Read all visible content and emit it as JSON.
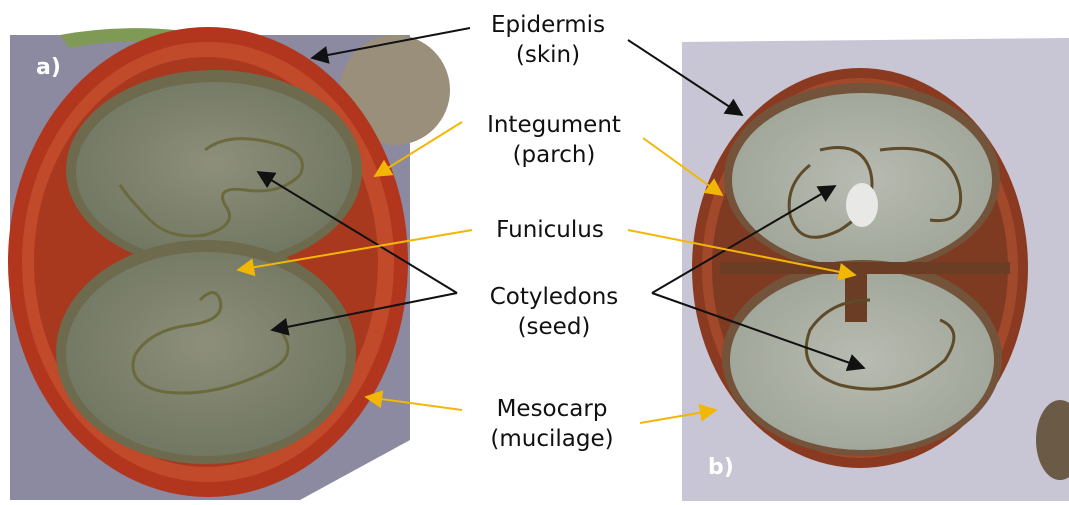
{
  "panels": [
    {
      "id": "a",
      "tag": "a)"
    },
    {
      "id": "b",
      "tag": "b)"
    }
  ],
  "labels": [
    {
      "id": "epidermis",
      "line1": "Epidermis",
      "line2": "(skin)",
      "arrow_color": "#111111"
    },
    {
      "id": "integument",
      "line1": "Integument",
      "line2": "(parch)",
      "arrow_color": "#f2b705"
    },
    {
      "id": "funiculus",
      "line1": "Funiculus",
      "line2": "",
      "arrow_color": "#f2b705"
    },
    {
      "id": "cotyledons",
      "line1": "Cotyledons",
      "line2": "(seed)",
      "arrow_color": "#111111"
    },
    {
      "id": "mesocarp",
      "line1": "Mesocarp",
      "line2": "(mucilage)",
      "arrow_color": "#f2b705"
    }
  ],
  "colors": {
    "skin": "#b0361c",
    "skin_dark": "#7a2412",
    "seed": "#9a9a86",
    "seed_b": "#a7ab9f",
    "arrow_black": "#111111",
    "arrow_yellow": "#f2b705",
    "backdrop_a": "#8f8fa6",
    "backdrop_b": "#c9c6d6"
  }
}
